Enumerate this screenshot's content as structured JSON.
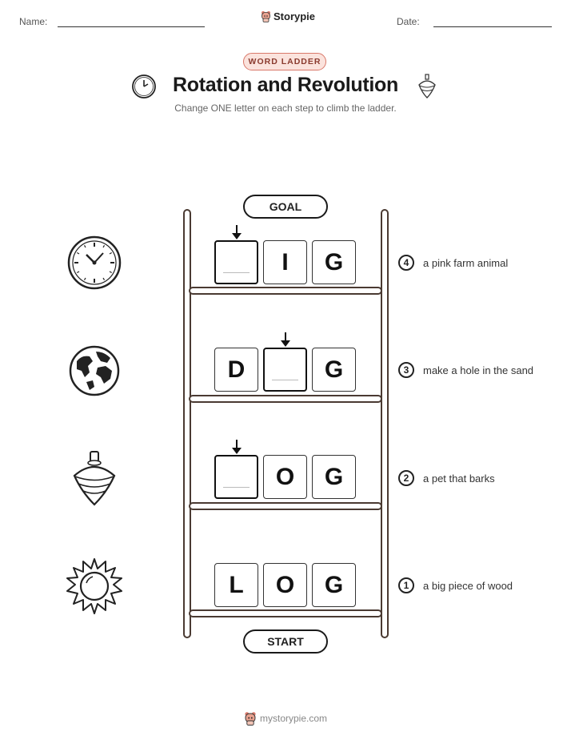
{
  "header": {
    "name_label": "Name:",
    "date_label": "Date:",
    "brand": "Storypie"
  },
  "badge": "WORD LADDER",
  "title": "Rotation and Revolution",
  "subtitle": "Change ONE letter on each step to climb the ladder.",
  "goal_label": "GOAL",
  "start_label": "START",
  "rows": [
    {
      "step": "4",
      "letters": [
        "",
        "I",
        "G"
      ],
      "clue": "a pink farm animal",
      "icon": "clock-icon"
    },
    {
      "step": "3",
      "letters": [
        "D",
        "",
        "G"
      ],
      "clue": "make a hole in the sand",
      "icon": "earth-globe-icon"
    },
    {
      "step": "2",
      "letters": [
        "",
        "O",
        "G"
      ],
      "clue": "a pet that barks",
      "icon": "spinning-top-icon"
    },
    {
      "step": "1",
      "letters": [
        "L",
        "O",
        "G"
      ],
      "clue": "a big piece of wood",
      "icon": "sun-icon"
    }
  ],
  "footer": "mystorypie.com",
  "colors": {
    "badge_border": "#d9786a",
    "badge_fill": "#fbe3dd",
    "ladder": "#4a3a32"
  }
}
